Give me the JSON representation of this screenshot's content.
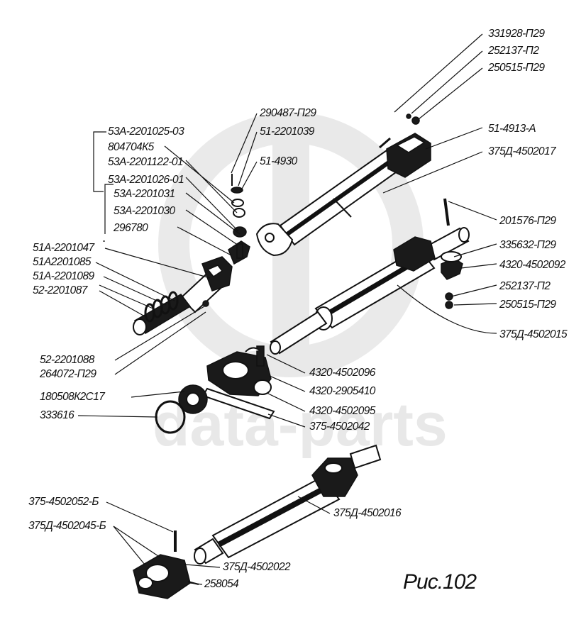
{
  "watermark": {
    "text": "data-parts"
  },
  "figure_caption": "Рис.102",
  "labels": {
    "p331928": "331928-П29",
    "p252137_top": "252137-П2",
    "p250515_top": "250515-П29",
    "p290487": "290487-П29",
    "p51_2201039": "51-2201039",
    "p51_4930": "51-4930",
    "p51_4913A": "51-4913-А",
    "p375D_4502017": "375Д-4502017",
    "p53A_2201025": "53А-2201025-03",
    "p804704K5": "804704К5",
    "p53A_2201122": "53А-2201122-01",
    "p53A_2201026": "53А-2201026-01",
    "p53A_2201031": "53А-2201031",
    "p53A_2201030": "53А-2201030",
    "p296780": "296780",
    "p51A_2201047": "51А-2201047",
    "p51A_2201085": "51А2201085",
    "p51A_2201089": "51А-2201089",
    "p52_2201087": "52-2201087",
    "p201576": "201576-П29",
    "p335632": "335632-П29",
    "p4320_4502092": "4320-4502092",
    "p252137_mid": "252137-П2",
    "p250515_mid": "250515-П29",
    "p375D_4502015": "375Д-4502015",
    "p52_2201088": "52-2201088",
    "p264072": "264072-П29",
    "p180508": "180508К2С17",
    "p333616": "333616",
    "p4320_4502096": "4320-4502096",
    "p4320_2905410": "4320-2905410",
    "p4320_4502095": "4320-4502095",
    "p375_4502042": "375-4502042",
    "p375D_4502016": "375Д-4502016",
    "p375_4502052B": "375-4502052-Б",
    "p375D_4502045B": "375Д-4502045-Б",
    "p375D_4502022": "375Д-4502022",
    "p258054": "258054"
  }
}
